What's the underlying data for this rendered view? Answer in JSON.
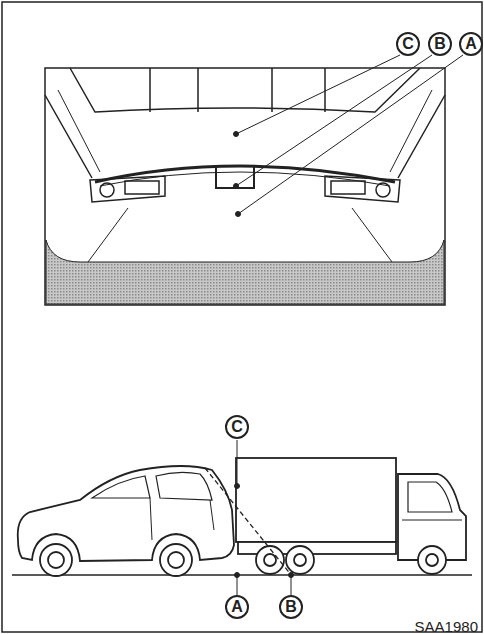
{
  "diagram": {
    "nodes": [
      {
        "text": [
          "C"
        ]
      },
      {
        "text": [
          "B"
        ]
      },
      {
        "text": [
          "A"
        ]
      },
      {
        "text": [
          "C"
        ]
      },
      {
        "text": [
          "A"
        ]
      },
      {
        "text": [
          "B"
        ]
      }
    ],
    "labels": [
      "SAA1980"
    ]
  }
}
